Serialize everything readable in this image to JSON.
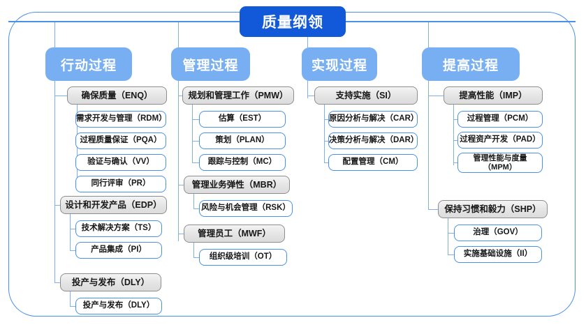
{
  "diagram": {
    "type": "org-tree",
    "root": {
      "label": "质量纲领"
    },
    "colors": {
      "root_fill": "#1259d9",
      "category_fill": "#78aef2",
      "group_fill": "#e4e4e4",
      "group_border": "#8d8d8d",
      "leaf_border": "#4a90e8",
      "connector": "#7fb0ee",
      "frame_border": "#4a90e8",
      "text_dark": "#161616",
      "text_light": "#ffffff"
    },
    "categories": [
      {
        "label": "行动过程",
        "groups": [
          {
            "label": "确保质量（ENQ）",
            "items": [
              {
                "label": "需求开发与管理（RDM）"
              },
              {
                "label": "过程质量保证（PQA）"
              },
              {
                "label": "验证与确认（VV）"
              },
              {
                "label": "同行评审（PR）"
              }
            ]
          },
          {
            "label": "设计和开发产品（EDP）",
            "items": [
              {
                "label": "技术解决方案（TS）"
              },
              {
                "label": "产品集成（PI）"
              }
            ]
          },
          {
            "label": "投产与发布（DLY）",
            "items": [
              {
                "label": "投产与发布（DLY）"
              }
            ]
          }
        ]
      },
      {
        "label": "管理过程",
        "groups": [
          {
            "label": "规划和管理工作（PMW）",
            "items": [
              {
                "label": "估算（EST）"
              },
              {
                "label": "策划（PLAN）"
              },
              {
                "label": "跟踪与控制（MC）"
              }
            ]
          },
          {
            "label": "管理业务弹性（MBR）",
            "items": [
              {
                "label": "风险与机会管理（RSK）"
              }
            ]
          },
          {
            "label": "管理员工（MWF）",
            "items": [
              {
                "label": "组织级培训（OT）"
              }
            ]
          }
        ]
      },
      {
        "label": "实现过程",
        "groups": [
          {
            "label": "支持实施（SI）",
            "items": [
              {
                "label": "原因分析与解决（CAR）"
              },
              {
                "label": "决策分析与解决（DAR）"
              },
              {
                "label": "配置管理（CM）"
              }
            ]
          }
        ]
      },
      {
        "label": "提高过程",
        "groups": [
          {
            "label": "提高性能（IMP）",
            "items": [
              {
                "label": "过程管理（PCM）"
              },
              {
                "label": "过程资产开发（PAD）"
              },
              {
                "label": "管理性能与度量\n（MPM）"
              }
            ]
          },
          {
            "label": "保持习惯和毅力（SHP）",
            "items": [
              {
                "label": "治理（GOV）"
              },
              {
                "label": "实施基础设施（II）"
              }
            ]
          }
        ]
      }
    ]
  }
}
